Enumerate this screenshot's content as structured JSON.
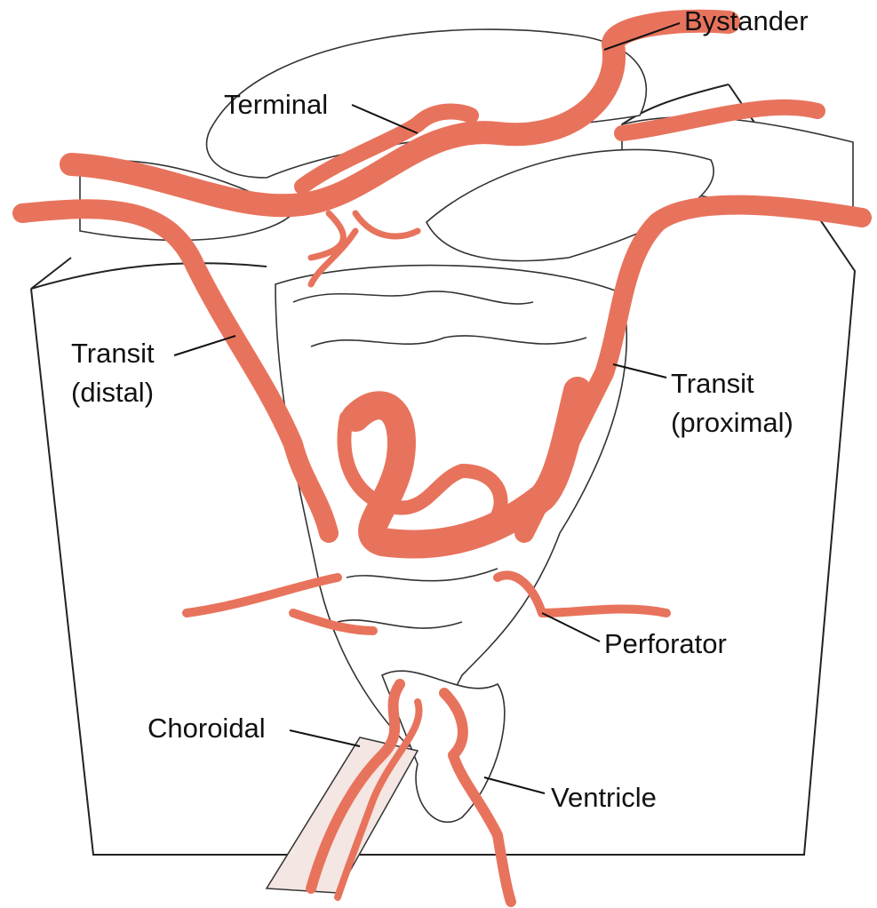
{
  "colors": {
    "vessel": "#e8735c",
    "outline": "#222222",
    "background": "#ffffff"
  },
  "labels": {
    "bystander": "Bystander",
    "terminal": "Terminal",
    "transit_distal": [
      "Transit",
      "(distal)"
    ],
    "transit_proximal": [
      "Transit",
      "(proximal)"
    ],
    "perforator": "Perforator",
    "choroidal": "Choroidal",
    "ventricle": "Ventricle"
  }
}
